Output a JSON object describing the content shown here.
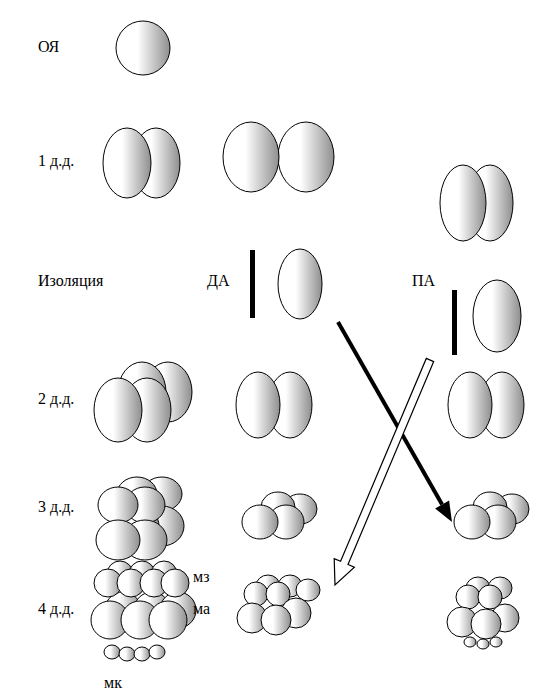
{
  "diagram": {
    "labels": [
      "ОЯ",
      "1 д.д.",
      "Изоляция",
      "ДА",
      "ПА",
      "2 д.д.",
      "3 д.д.",
      "4 д.д.",
      "мз",
      "ма",
      "мк"
    ]
  }
}
